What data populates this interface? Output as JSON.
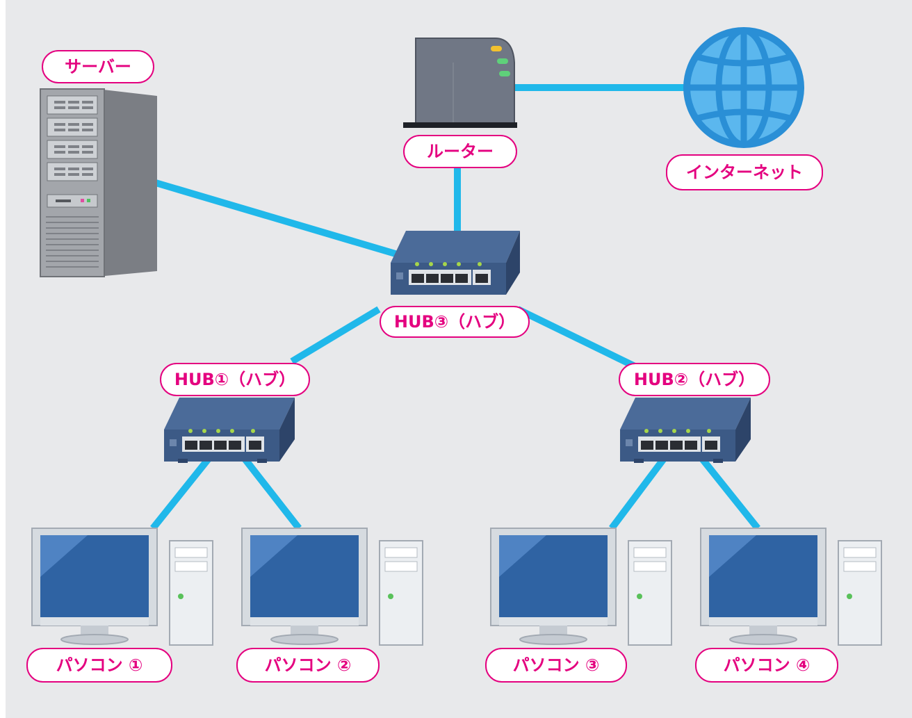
{
  "diagram": {
    "labels": {
      "server": "サーバー",
      "router": "ルーター",
      "internet": "インターネット",
      "hub3": "HUB③（ハブ）",
      "hub1": "HUB①（ハブ）",
      "hub2": "HUB②（ハブ）",
      "pc1": "パソコン ①",
      "pc2": "パソコン ②",
      "pc3": "パソコン ③",
      "pc4": "パソコン ④"
    },
    "colors": {
      "background": "#e8e9eb",
      "cable": "#20b8ea",
      "label_text": "#e4007f",
      "label_border": "#e4007f",
      "hub_body": "#3c5a86",
      "monitor_screen": "#2f63a3",
      "globe": "#3fa7e6",
      "router_body": "#6f7682",
      "server_body": "#9c9fa5"
    },
    "icons": [
      "server-icon",
      "router-icon",
      "globe-icon",
      "hub-icon",
      "pc-icon"
    ]
  }
}
